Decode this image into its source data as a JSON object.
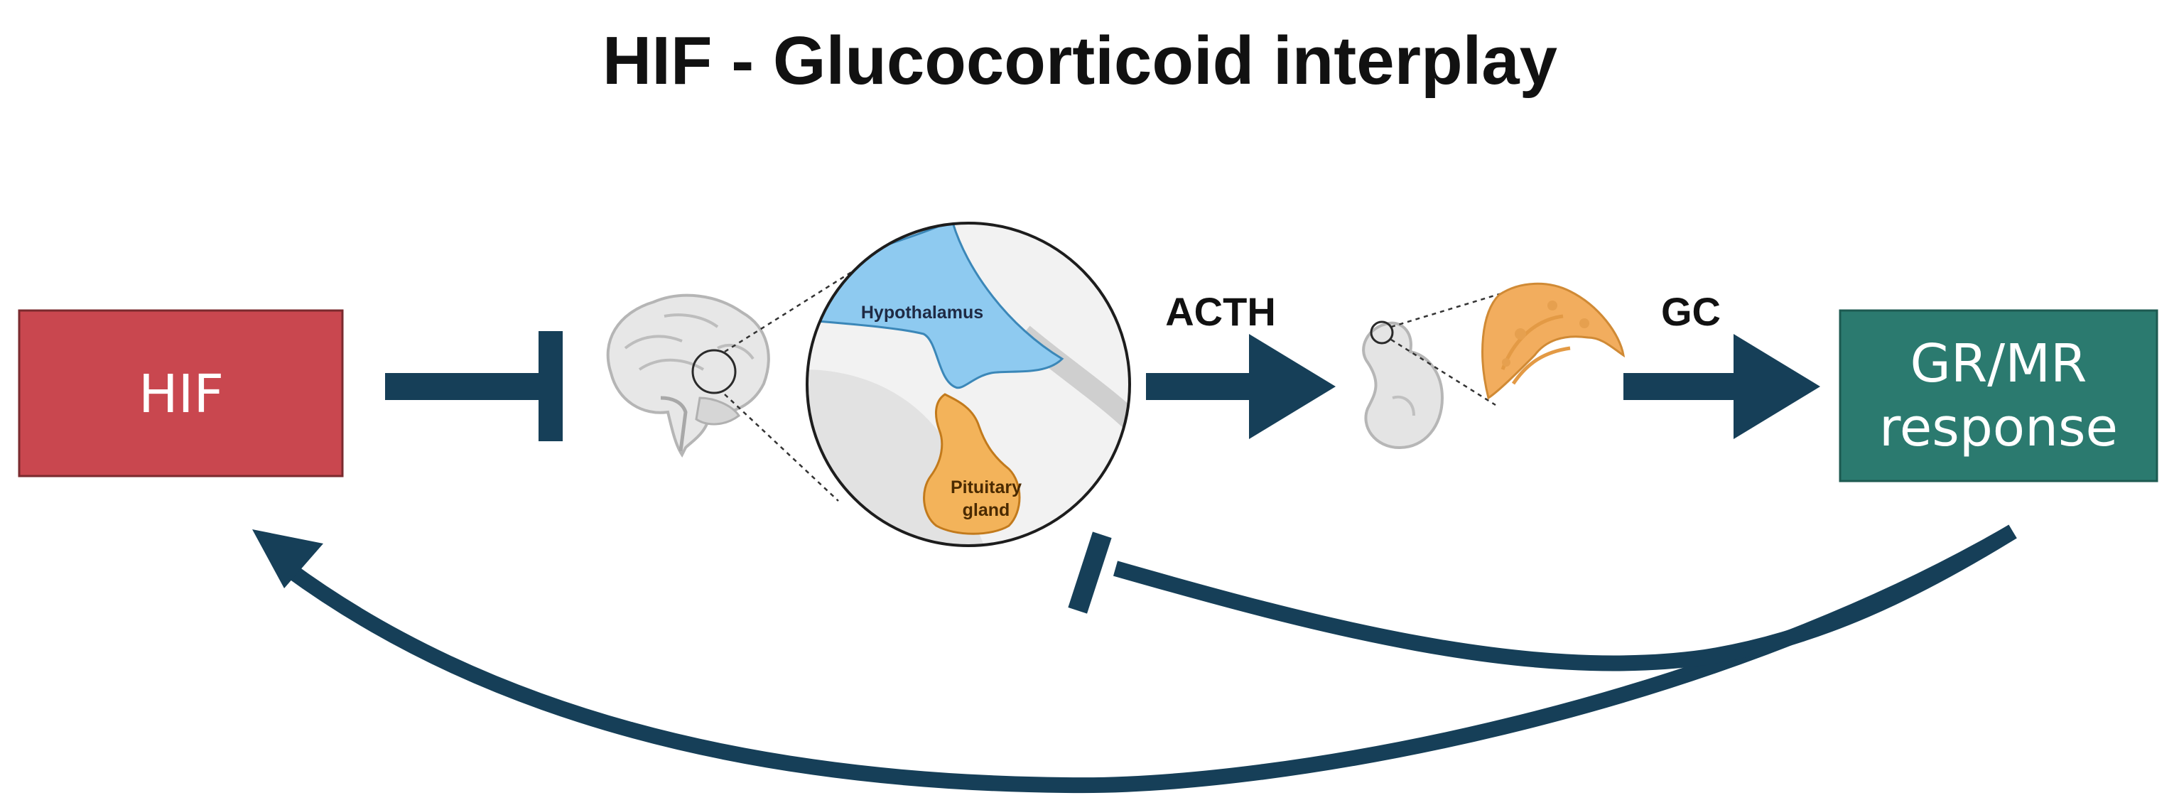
{
  "title": "HIF - Glucocorticoid interplay",
  "nodes": {
    "hif": {
      "label": "HIF"
    },
    "gr_mr": {
      "label_line1": "GR/MR",
      "label_line2": "response"
    }
  },
  "zoom_circle": {
    "hypothalamus_label": "Hypothalamus",
    "pituitary_label_line1": "Pituitary",
    "pituitary_label_line2": "gland"
  },
  "edges": {
    "acth_label": "ACTH",
    "gc_label": "GC"
  },
  "colors": {
    "hif_box": "#c9474f",
    "gr_mr_box": "#2b7a6f",
    "arrow": "#163f58",
    "hypothalamus": "#8ecaf0",
    "pituitary": "#f3b35a",
    "adrenal": "#f2ad5e"
  }
}
